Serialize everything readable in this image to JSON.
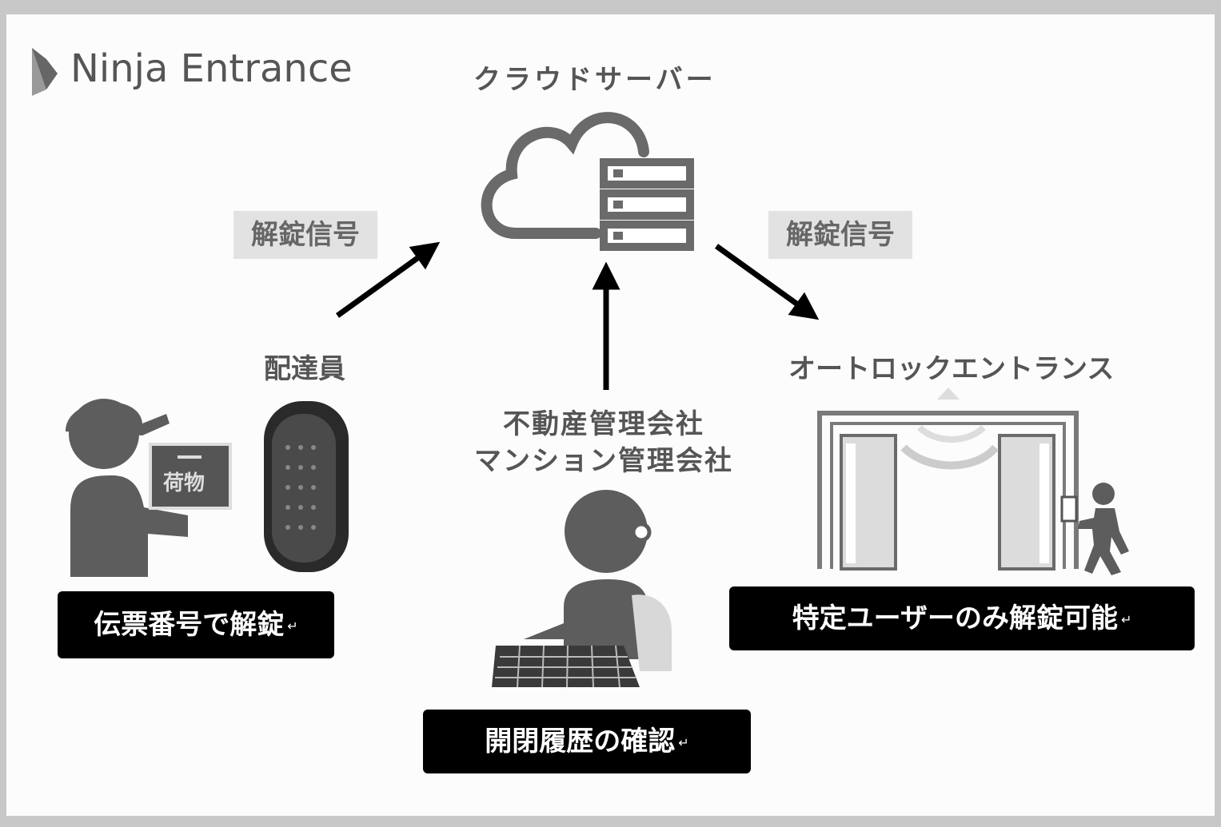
{
  "logo": {
    "text": "Ninja Entrance"
  },
  "labels": {
    "cloud_server": "クラウドサーバー",
    "unlock_signal_left": "解錠信号",
    "unlock_signal_right": "解錠信号",
    "deliverer": "配達員",
    "package": "荷物",
    "company_line1": "不動産管理会社",
    "company_line2": "マンション管理会社",
    "auto_lock": "オートロックエントランス"
  },
  "boxes": {
    "left": "伝票番号で解錠",
    "center": "開閉履歴の確認",
    "right": "特定ユーザーのみ解錠可能"
  },
  "return_mark": "↵"
}
